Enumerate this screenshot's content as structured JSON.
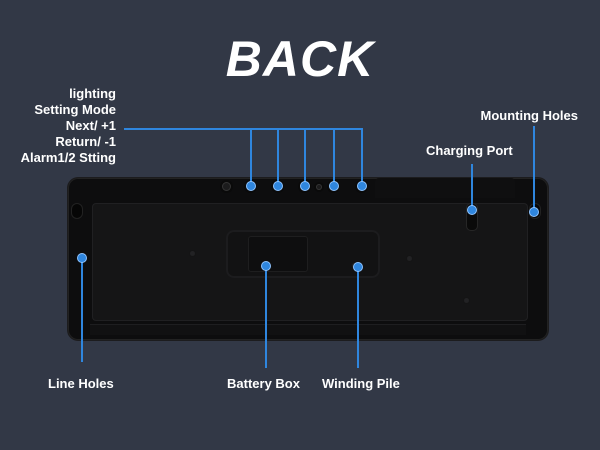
{
  "title": "BACK",
  "labels": {
    "lighting": "lighting",
    "setting_mode": "Setting Mode",
    "next": "Next/ +1",
    "return": "Return/ -1",
    "alarm": "Alarm1/2 Stting",
    "mounting_holes": "Mounting Holes",
    "charging_port": "Charging Port",
    "line_holes": "Line Holes",
    "battery_box": "Battery Box",
    "winding_pile": "Winding Pile"
  },
  "colors": {
    "background": "#323846",
    "callout_line": "#2f86de",
    "device_body": "#0d0d0e"
  }
}
